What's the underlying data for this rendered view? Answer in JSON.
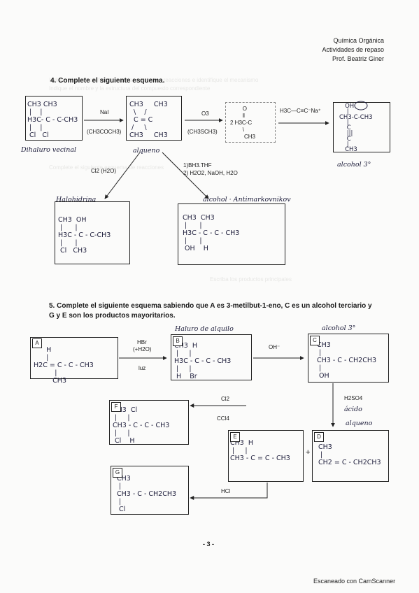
{
  "header": {
    "line1": "Química Orgánica",
    "line2": "Actividades de repaso",
    "line3": "Prof. Beatriz Giner"
  },
  "q4": {
    "title": "4. Complete el siguiente esquema.",
    "boxes": {
      "dihalide": "CH3 CH3\n |    |\nH3C- C - C-CH3\n |    |\n Cl   Cl",
      "alkene": "CH3     CH3\n  \\    /\n  C = C\n /     \\\nCH3     CH3",
      "ketone": "        O\n        ‖\n2 H3C-C\n        \\\n         CH3",
      "alcohol": "   OH\n    |\nCH3-C-CH3\n    |\n    C\n    |||\n    C\n    |\n   CH3",
      "halohydrin": "CH3  OH\n |      |\nH3C - C - C-CH3\n |      |\n Cl   CH3",
      "alcohol_am": "CH3  CH3\n |      |\nH3C - C - C - CH3\n |      |\n OH    H"
    },
    "reagents": {
      "nai": "NaI",
      "nai_solvent": "(CH3COCH3)",
      "o3": "O3",
      "o3_solvent": "(CH3SCH3)",
      "acetylide": "H3C—C≡C⁻Na⁺",
      "cl2": "Cl2 (H2O)",
      "hydroboration_1": "1)BH3.THF",
      "hydroboration_2": "2) H2O2, NaOH, H2O"
    },
    "notes": {
      "dihalide": "Dihaluro vecinal",
      "alkene": "alqueno",
      "tertiary": "alcohol 3°",
      "halohydrin": "Halohidrina",
      "anti": "alcohol · Antimarkovnikov"
    }
  },
  "q5": {
    "title_line1": "5. Complete el siguiente esquema sabiendo que A es 3-metilbut-1-eno, C es un alcohol terciario y",
    "title_line2": "G y E son los productos mayoritarios.",
    "labels": {
      "a": "A",
      "b": "B",
      "c": "C",
      "d": "D",
      "e": "E",
      "f": "F",
      "g": "G"
    },
    "boxes": {
      "a": "      H\n      |\nH2C = C - C - CH3\n          |\n         CH3",
      "b": "CH3  H\n |     |\nH3C - C - C - CH3\n |     |\n H    Br",
      "c": "CH3\n |\nCH3 - C - CH2CH3\n |\n OH",
      "d": "CH3\n |\nCH2 = C - CH2CH3",
      "e": "CH3  H\n |     |\nCH3 - C = C - CH3",
      "f": "CH3  Cl\n |     |\nCH3 - C - C - CH3\n |     |\n Cl    H",
      "g": "CH3\n |\nCH3 - C - CH2CH3\n |\n Cl"
    },
    "reagents": {
      "hbr": "HBr",
      "h2o": "(+H2O)",
      "luz": "luz",
      "oh": "OH⁻",
      "h2so4": "H2SO4",
      "cl2": "Cl2",
      "ccl4": "CCl4",
      "hcl": "HCl",
      "plus": "+"
    },
    "notes": {
      "b_note": "Haluro de alquilo",
      "c_note": "alcohol 3°",
      "acido": "ácido",
      "alqueno": "alqueno"
    }
  },
  "page_number": "- 3 -",
  "footer": "Escaneado con CamScanner"
}
